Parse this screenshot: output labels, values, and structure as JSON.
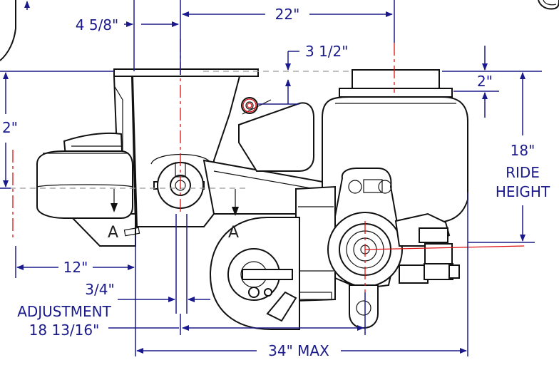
{
  "dimensions": {
    "d_22": "22\"",
    "d_4_5_8": "4 5/8\"",
    "d_3_1_2": "3 1/2\"",
    "d_2_top": "2\"",
    "d_2_left": "2\"",
    "ride_height_value": "18\"",
    "ride_height_label_1": "RIDE",
    "ride_height_label_2": "HEIGHT",
    "d_12": "12\"",
    "d_3_4": "3/4\"",
    "adjustment_label": "ADJUSTMENT",
    "d_18_13_16": "18 13/16\"",
    "d_34_max": "34\" MAX"
  },
  "section_marks": {
    "left": "A",
    "right": "A"
  },
  "colors": {
    "dimension": "#1a1a8c",
    "centerline": "#dd1111",
    "outline": "#111111"
  }
}
